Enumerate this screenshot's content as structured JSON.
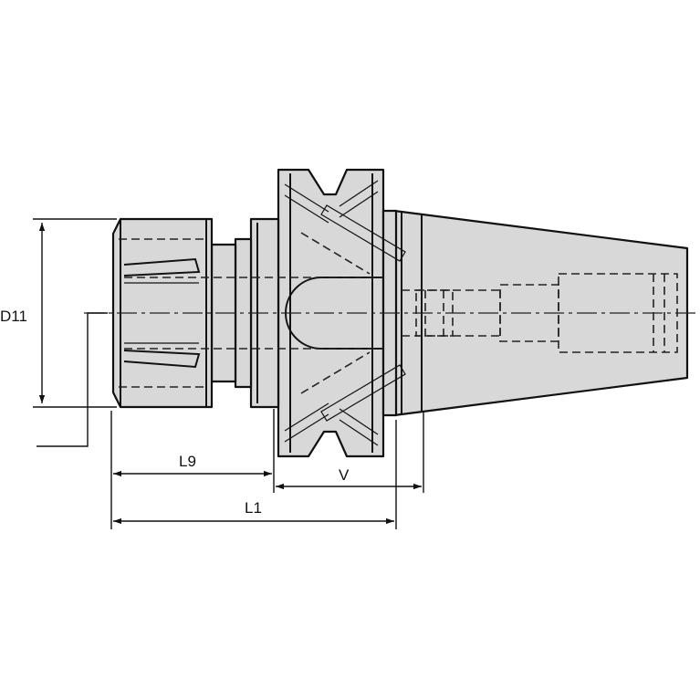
{
  "labels": {
    "d11": "D11",
    "l9": "L9",
    "v": "V",
    "l1": "L1"
  },
  "colors": {
    "body": "#d8d8d8",
    "line": "#111111",
    "background": "#ffffff"
  }
}
